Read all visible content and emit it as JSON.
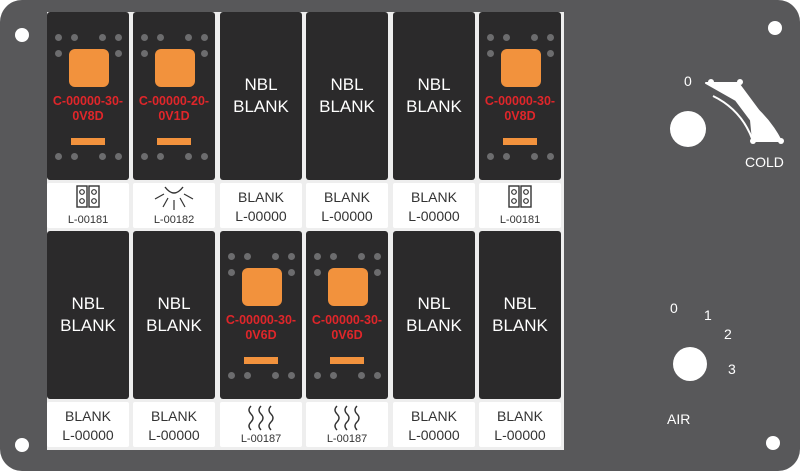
{
  "switch_panel": {
    "nbl": [
      "NBL",
      "BLANK"
    ],
    "switches": [
      {
        "code": [
          "C-00000-30-",
          "0V8D"
        ],
        "label": [
          "",
          "L-00181"
        ],
        "icon": "two-switch-icon"
      },
      {
        "code": [
          "C-00000-20-",
          "0V1D"
        ],
        "label": [
          "",
          "L-00182"
        ],
        "icon": "light-icon"
      },
      {
        "code": [],
        "label": [
          "BLANK",
          "L-00000"
        ],
        "icon": ""
      },
      {
        "code": [],
        "label": [
          "BLANK",
          "L-00000"
        ],
        "icon": ""
      },
      {
        "code": [],
        "label": [
          "BLANK",
          "L-00000"
        ],
        "icon": ""
      },
      {
        "code": [
          "C-00000-30-",
          "0V8D"
        ],
        "label": [
          "",
          "L-00181"
        ],
        "icon": "two-switch-icon"
      },
      {
        "code": [],
        "label": [
          "BLANK",
          "L-00000"
        ],
        "icon": ""
      },
      {
        "code": [],
        "label": [
          "BLANK",
          "L-00000"
        ],
        "icon": ""
      },
      {
        "code": [
          "C-00000-30-",
          "0V6D"
        ],
        "label": [
          "",
          "L-00187"
        ],
        "icon": "heat-icon"
      },
      {
        "code": [
          "C-00000-30-",
          "0V6D"
        ],
        "label": [
          "",
          "L-00187"
        ],
        "icon": "heat-icon"
      },
      {
        "code": [],
        "label": [
          "BLANK",
          "L-00000"
        ],
        "icon": ""
      },
      {
        "code": [],
        "label": [
          "BLANK",
          "L-00000"
        ],
        "icon": ""
      }
    ]
  },
  "temp_control": {
    "min_label": "0",
    "max_label": "COLD"
  },
  "air_control": {
    "positions": [
      "0",
      "1",
      "2",
      "3"
    ],
    "label": "AIR"
  },
  "colors": {
    "panel": "#58585a",
    "switch_body": "#2b2a2b",
    "lamp": "#f2923d",
    "code_text": "#e0262a",
    "label_bg": "#ffffff"
  }
}
